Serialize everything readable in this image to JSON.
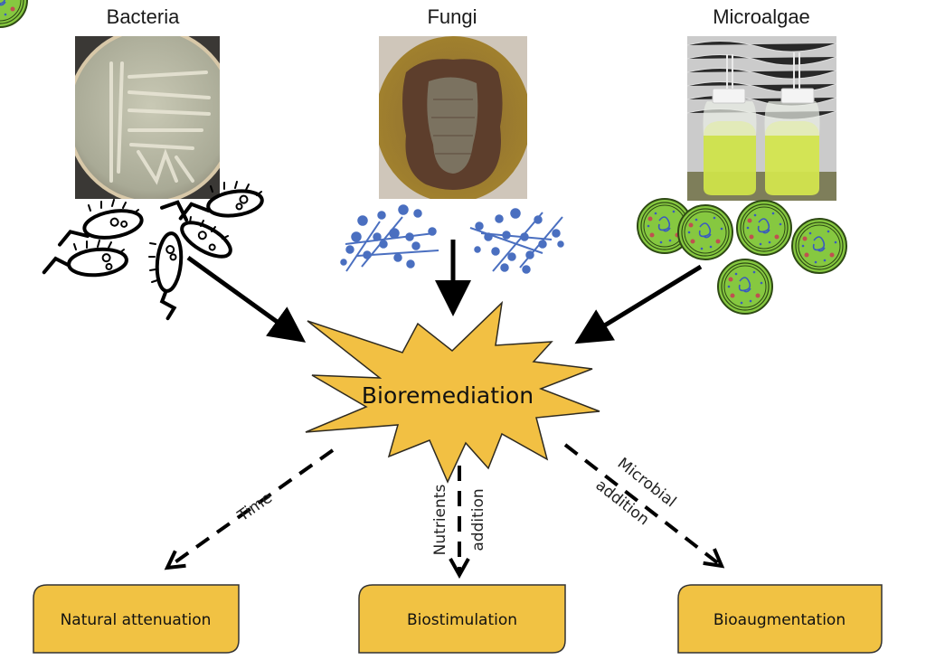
{
  "sources": [
    {
      "id": "bacteria",
      "title": "Bacteria",
      "photo": "petri-dish-bacteria-streak",
      "icon": "bacteria-cells-icon"
    },
    {
      "id": "fungi",
      "title": "Fungi",
      "photo": "petri-dish-fungal-colony",
      "icon": "fungal-hyphae-icon"
    },
    {
      "id": "microalgae",
      "title": "Microalgae",
      "photo": "microalgae-culture-bottles",
      "icon": "microalgae-cells-icon"
    }
  ],
  "center": {
    "label": "Bioremediation",
    "color": "#f2c043"
  },
  "branches": [
    {
      "id": "natural-attenuation",
      "arrow_label": [
        "Time"
      ],
      "box_label": "Natural attenuation"
    },
    {
      "id": "biostimulation",
      "arrow_label": [
        "Nutrients",
        "addition"
      ],
      "box_label": "Biostimulation"
    },
    {
      "id": "bioaugmentation",
      "arrow_label": [
        "Microbial",
        "addition"
      ],
      "box_label": "Bioaugmentation"
    }
  ],
  "colors": {
    "box_fill": "#f1c243",
    "outline": "#333333",
    "fungi_blue": "#4a6fc0",
    "algae_green": "#86c840",
    "algae_dark": "#2e4a14"
  }
}
